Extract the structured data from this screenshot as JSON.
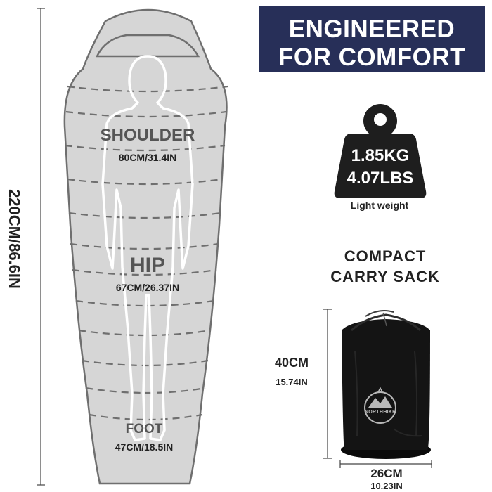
{
  "banner": {
    "line1": "ENGINEERED",
    "line2": "FOR COMFORT",
    "background": "#272f58"
  },
  "bag": {
    "length_label": "220CM/86.6IN",
    "shoulder": {
      "label": "SHOULDER",
      "size": "80CM/31.4IN"
    },
    "hip": {
      "label": "HIP",
      "size": "67CM/26.37IN"
    },
    "foot": {
      "label": "FOOT",
      "size": "47CM/18.5IN"
    },
    "fill_color": "#d6d6d6",
    "outline_color": "#777777"
  },
  "weight": {
    "kg": "1.85KG",
    "lbs": "4.07LBS",
    "caption": "Light weight",
    "icon": "weight-icon"
  },
  "sack": {
    "title_line1": "COMPACT",
    "title_line2": "CARRY SACK",
    "height_cm": "40CM",
    "height_in": "15.74IN",
    "width_cm": "26CM",
    "width_in": "10.23IN",
    "logo_text": "NORTHHIKE",
    "color": "#141414"
  }
}
